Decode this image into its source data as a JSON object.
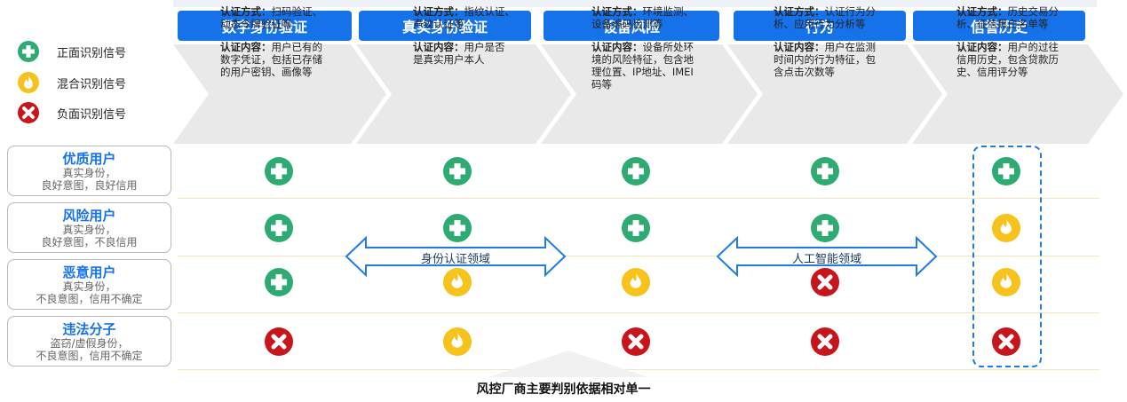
{
  "columns": [
    {
      "title": "数字身份验证",
      "method_label": "认证方式：",
      "method_lines": [
        "扫码验证、",
        "动态令牌验证等"
      ],
      "content_label": "认证内容：",
      "content_lines": [
        "用户已有的",
        "数字凭证，包括已存储",
        "的用户密钥、画像等"
      ]
    },
    {
      "title": "真实身份验证",
      "method_label": "认证方式：",
      "method_lines": [
        "指纹认证、",
        "声纹认证等"
      ],
      "content_label": "认证内容：",
      "content_lines": [
        "用户是否",
        "是真实用户本人"
      ]
    },
    {
      "title": "设备风险",
      "method_label": "认证方式：",
      "method_lines": [
        "环境监测、",
        "设备编码检测等"
      ],
      "content_label": "认证内容：",
      "content_lines": [
        "设备所处环",
        "境的风险特征，包含地",
        "理位置、IP地址、IMEI",
        "码等"
      ]
    },
    {
      "title": "行为",
      "method_label": "认证方式：",
      "method_lines": [
        "认证行为分",
        "析、应用行为分析等"
      ],
      "content_label": "认证内容：",
      "content_lines": [
        "用户在监测",
        "时间内的行为特征，包",
        "含点击次数等"
      ]
    },
    {
      "title": "信誉历史",
      "method_label": "认证方式：",
      "method_lines": [
        "历史交易分",
        "析、征信黑白名单等"
      ],
      "content_label": "认证内容：",
      "content_lines": [
        "用户的过往",
        "信用历史，包含贷款历",
        "史、信用评分等"
      ]
    }
  ],
  "legend": [
    {
      "type": "positive",
      "label": "正面识别信号"
    },
    {
      "type": "mixed",
      "label": "混合识别信号"
    },
    {
      "type": "negative",
      "label": "负面识别信号"
    }
  ],
  "rows": [
    {
      "title": "优质用户",
      "desc": [
        "真实身份，",
        "良好意图，良好信用"
      ],
      "signals": [
        "positive",
        "positive",
        "positive",
        "positive",
        "positive"
      ]
    },
    {
      "title": "风险用户",
      "desc": [
        "真实身份，",
        "良好意图，不良信用"
      ],
      "signals": [
        "positive",
        "positive",
        "positive",
        "positive",
        "mixed"
      ]
    },
    {
      "title": "恶意用户",
      "desc": [
        "真实身份，",
        "不良意图，信用不确定"
      ],
      "signals": [
        "positive",
        "mixed",
        "mixed",
        "negative",
        "mixed"
      ]
    },
    {
      "title": "违法分子",
      "desc": [
        "盗窃/虚假身份，",
        "不良意图，信用不确定"
      ],
      "signals": [
        "negative",
        "mixed",
        "negative",
        "negative",
        "negative"
      ]
    }
  ],
  "areas": [
    {
      "label": "身份认证领域"
    },
    {
      "label": "人工智能领域"
    }
  ],
  "footer": "风控厂商主要判别依据相对单一",
  "colors": {
    "header": "#1572e8",
    "positive": "#2eaa73",
    "mixed": "#f6c21c",
    "negative": "#c8151b",
    "row_title": "#1572e8"
  }
}
